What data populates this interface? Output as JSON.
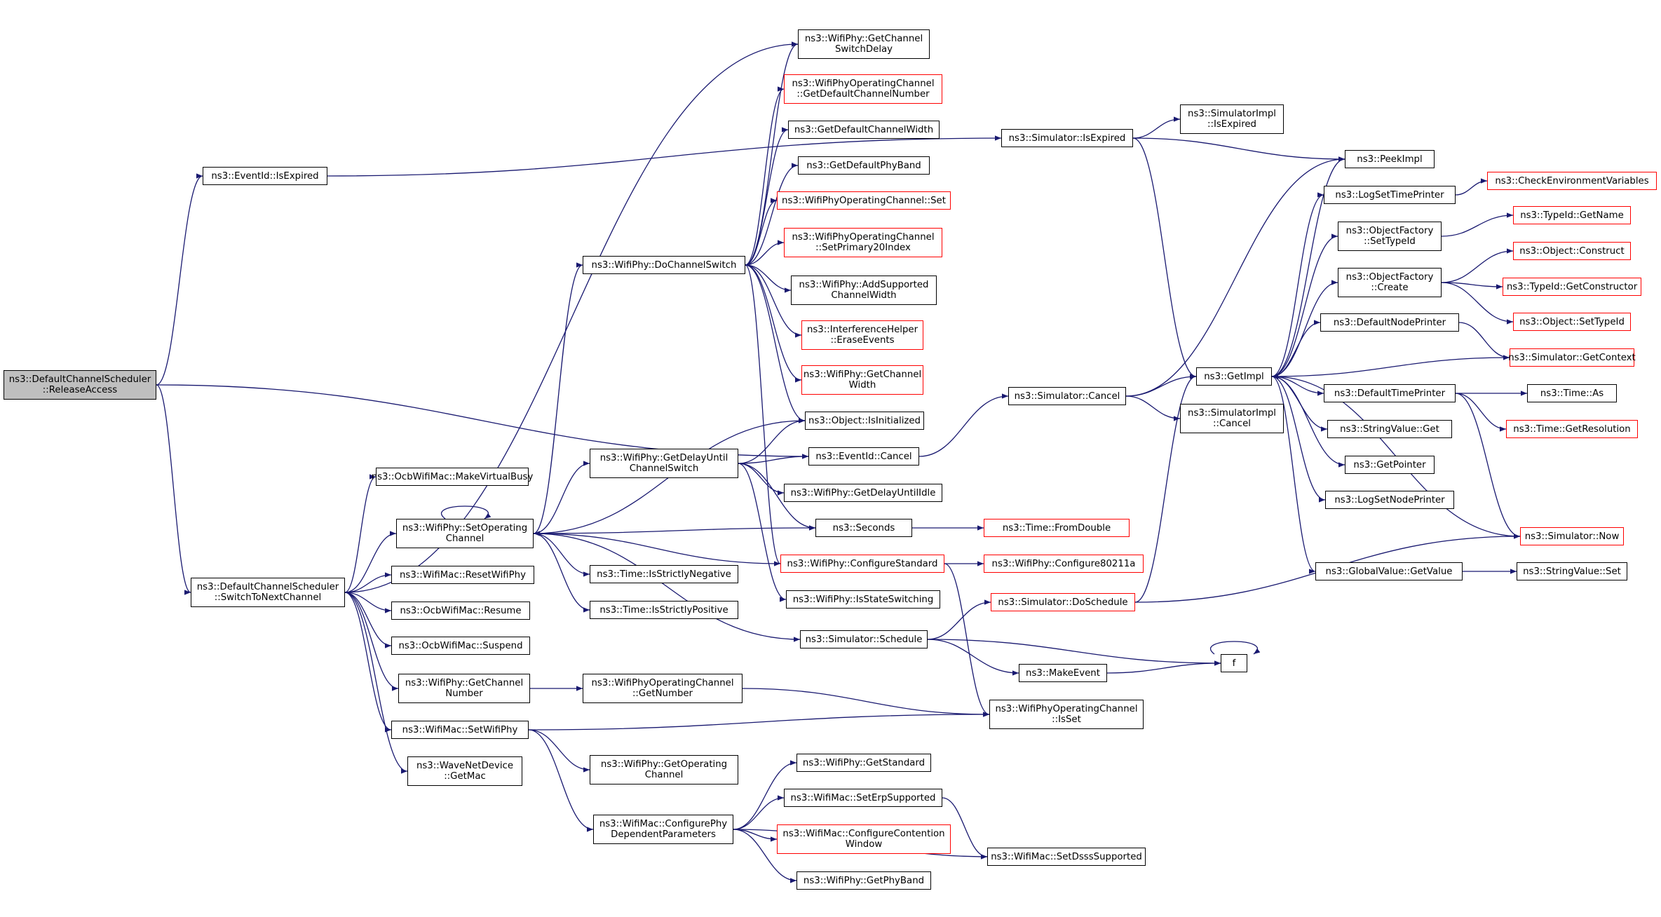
{
  "colors": {
    "edge": "#191970",
    "border": "#000000",
    "border_incomplete": "#ff0000",
    "root_fill": "#bfbfbf"
  },
  "nodes": [
    {
      "id": "root",
      "lines": [
        "ns3::DefaultChannelScheduler",
        "::ReleaseAccess"
      ]
    },
    {
      "id": "eventid_isexpired",
      "lines": [
        "ns3::EventId::IsExpired"
      ]
    },
    {
      "id": "dcs_switch",
      "lines": [
        "ns3::DefaultChannelScheduler",
        "::SwitchToNextChannel"
      ]
    },
    {
      "id": "ocb_makevirtualbusy",
      "lines": [
        "ns3::OcbWifiMac::MakeVirtualBusy"
      ]
    },
    {
      "id": "phy_setoperating",
      "lines": [
        "ns3::WifiPhy::SetOperating",
        "Channel"
      ]
    },
    {
      "id": "mac_resetwifiphy",
      "lines": [
        "ns3::WifiMac::ResetWifiPhy"
      ]
    },
    {
      "id": "ocb_resume",
      "lines": [
        "ns3::OcbWifiMac::Resume"
      ]
    },
    {
      "id": "ocb_suspend",
      "lines": [
        "ns3::OcbWifiMac::Suspend"
      ]
    },
    {
      "id": "phy_getchannelnumber",
      "lines": [
        "ns3::WifiPhy::GetChannel",
        "Number"
      ]
    },
    {
      "id": "mac_setwifiphy",
      "lines": [
        "ns3::WifiMac::SetWifiPhy"
      ]
    },
    {
      "id": "wave_getmac",
      "lines": [
        "ns3::WaveNetDevice",
        "::GetMac"
      ]
    },
    {
      "id": "phy_dochannelswitch",
      "lines": [
        "ns3::WifiPhy::DoChannelSwitch"
      ]
    },
    {
      "id": "phy_getdelayuntil",
      "lines": [
        "ns3::WifiPhy::GetDelayUntil",
        "ChannelSwitch"
      ]
    },
    {
      "id": "time_isneg",
      "lines": [
        "ns3::Time::IsStrictlyNegative"
      ]
    },
    {
      "id": "time_ispos",
      "lines": [
        "ns3::Time::IsStrictlyPositive"
      ]
    },
    {
      "id": "opch_getnumber",
      "lines": [
        "ns3::WifiPhyOperatingChannel",
        "::GetNumber"
      ]
    },
    {
      "id": "phy_getoperatingchannel",
      "lines": [
        "ns3::WifiPhy::GetOperating",
        "Channel"
      ]
    },
    {
      "id": "mac_configurephy",
      "lines": [
        "ns3::WifiMac::ConfigurePhy",
        "DependentParameters"
      ]
    },
    {
      "id": "phy_getchannelswitchdelay",
      "lines": [
        "ns3::WifiPhy::GetChannel",
        "SwitchDelay"
      ]
    },
    {
      "id": "opch_getdefaultchannelnumber",
      "lines": [
        "ns3::WifiPhyOperatingChannel",
        "::GetDefaultChannelNumber"
      ],
      "red": true
    },
    {
      "id": "getdefaultchannelwidth",
      "lines": [
        "ns3::GetDefaultChannelWidth"
      ]
    },
    {
      "id": "getdefaultphyband",
      "lines": [
        "ns3::GetDefaultPhyBand"
      ]
    },
    {
      "id": "opch_set",
      "lines": [
        "ns3::WifiPhyOperatingChannel::Set"
      ],
      "red": true
    },
    {
      "id": "opch_setprimary20",
      "lines": [
        "ns3::WifiPhyOperatingChannel",
        "::SetPrimary20Index"
      ],
      "red": true
    },
    {
      "id": "phy_addsupported",
      "lines": [
        "ns3::WifiPhy::AddSupported",
        "ChannelWidth"
      ]
    },
    {
      "id": "ih_eraseevents",
      "lines": [
        "ns3::InterferenceHelper",
        "::EraseEvents"
      ],
      "red": true
    },
    {
      "id": "phy_getchannelwidth",
      "lines": [
        "ns3::WifiPhy::GetChannel",
        "Width"
      ],
      "red": true
    },
    {
      "id": "obj_isinitialized",
      "lines": [
        "ns3::Object::IsInitialized"
      ]
    },
    {
      "id": "eventid_cancel",
      "lines": [
        "ns3::EventId::Cancel"
      ]
    },
    {
      "id": "phy_getdelayuntilidle",
      "lines": [
        "ns3::WifiPhy::GetDelayUntilIdle"
      ]
    },
    {
      "id": "seconds",
      "lines": [
        "ns3::Seconds"
      ]
    },
    {
      "id": "phy_configurestandard",
      "lines": [
        "ns3::WifiPhy::ConfigureStandard"
      ],
      "red": true
    },
    {
      "id": "phy_isstateswitching",
      "lines": [
        "ns3::WifiPhy::IsStateSwitching"
      ]
    },
    {
      "id": "sim_schedule",
      "lines": [
        "ns3::Simulator::Schedule"
      ]
    },
    {
      "id": "phy_getstandard",
      "lines": [
        "ns3::WifiPhy::GetStandard"
      ]
    },
    {
      "id": "mac_seterp",
      "lines": [
        "ns3::WifiMac::SetErpSupported"
      ]
    },
    {
      "id": "mac_configurecontention",
      "lines": [
        "ns3::WifiMac::ConfigureContention",
        "Window"
      ],
      "red": true
    },
    {
      "id": "phy_getphyband",
      "lines": [
        "ns3::WifiPhy::GetPhyBand"
      ]
    },
    {
      "id": "sim_isexpired",
      "lines": [
        "ns3::Simulator::IsExpired"
      ]
    },
    {
      "id": "sim_cancel",
      "lines": [
        "ns3::Simulator::Cancel"
      ]
    },
    {
      "id": "time_fromdouble",
      "lines": [
        "ns3::Time::FromDouble"
      ],
      "red": true
    },
    {
      "id": "phy_configure80211a",
      "lines": [
        "ns3::WifiPhy::Configure80211a"
      ],
      "red": true
    },
    {
      "id": "sim_doschedule",
      "lines": [
        "ns3::Simulator::DoSchedule"
      ],
      "red": true
    },
    {
      "id": "makeevent",
      "lines": [
        "ns3::MakeEvent"
      ]
    },
    {
      "id": "opch_isset",
      "lines": [
        "ns3::WifiPhyOperatingChannel",
        "::IsSet"
      ]
    },
    {
      "id": "mac_setdsss",
      "lines": [
        "ns3::WifiMac::SetDsssSupported"
      ]
    },
    {
      "id": "simimpl_isexpired",
      "lines": [
        "ns3::SimulatorImpl",
        "::IsExpired"
      ]
    },
    {
      "id": "getimpl",
      "lines": [
        "ns3::GetImpl"
      ]
    },
    {
      "id": "simimpl_cancel",
      "lines": [
        "ns3::SimulatorImpl",
        "::Cancel"
      ]
    },
    {
      "id": "f",
      "lines": [
        "f"
      ]
    },
    {
      "id": "peekimpl",
      "lines": [
        "ns3::PeekImpl"
      ]
    },
    {
      "id": "logsettimeprinter",
      "lines": [
        "ns3::LogSetTimePrinter"
      ]
    },
    {
      "id": "of_settypeid",
      "lines": [
        "ns3::ObjectFactory",
        "::SetTypeId"
      ]
    },
    {
      "id": "of_create",
      "lines": [
        "ns3::ObjectFactory",
        "::Create"
      ]
    },
    {
      "id": "defaultnodeprinter",
      "lines": [
        "ns3::DefaultNodePrinter"
      ]
    },
    {
      "id": "defaulttimeprinter",
      "lines": [
        "ns3::DefaultTimePrinter"
      ]
    },
    {
      "id": "stringvalue_get",
      "lines": [
        "ns3::StringValue::Get"
      ]
    },
    {
      "id": "getpointer",
      "lines": [
        "ns3::GetPointer"
      ]
    },
    {
      "id": "logsetnodeprinter",
      "lines": [
        "ns3::LogSetNodePrinter"
      ]
    },
    {
      "id": "gv_getvalue",
      "lines": [
        "ns3::GlobalValue::GetValue"
      ]
    },
    {
      "id": "checkenv",
      "lines": [
        "ns3::CheckEnvironmentVariables"
      ],
      "red": true
    },
    {
      "id": "typeid_getname",
      "lines": [
        "ns3::TypeId::GetName"
      ],
      "red": true
    },
    {
      "id": "obj_construct",
      "lines": [
        "ns3::Object::Construct"
      ],
      "red": true
    },
    {
      "id": "typeid_getconstructor",
      "lines": [
        "ns3::TypeId::GetConstructor"
      ],
      "red": true
    },
    {
      "id": "obj_settypeid",
      "lines": [
        "ns3::Object::SetTypeId"
      ],
      "red": true
    },
    {
      "id": "sim_getcontext",
      "lines": [
        "ns3::Simulator::GetContext"
      ],
      "red": true
    },
    {
      "id": "time_as",
      "lines": [
        "ns3::Time::As"
      ]
    },
    {
      "id": "time_getresolution",
      "lines": [
        "ns3::Time::GetResolution"
      ],
      "red": true
    },
    {
      "id": "sim_now",
      "lines": [
        "ns3::Simulator::Now"
      ],
      "red": true
    },
    {
      "id": "stringvalue_set",
      "lines": [
        "ns3::StringValue::Set"
      ]
    }
  ],
  "edges": [
    [
      "root",
      "eventid_isexpired"
    ],
    [
      "root",
      "dcs_switch"
    ],
    [
      "root",
      "eventid_cancel"
    ],
    [
      "eventid_isexpired",
      "sim_isexpired"
    ],
    [
      "dcs_switch",
      "ocb_makevirtualbusy"
    ],
    [
      "dcs_switch",
      "phy_setoperating"
    ],
    [
      "dcs_switch",
      "mac_resetwifiphy"
    ],
    [
      "dcs_switch",
      "ocb_resume"
    ],
    [
      "dcs_switch",
      "ocb_suspend"
    ],
    [
      "dcs_switch",
      "phy_getchannelnumber"
    ],
    [
      "dcs_switch",
      "mac_setwifiphy"
    ],
    [
      "dcs_switch",
      "wave_getmac"
    ],
    [
      "dcs_switch",
      "phy_getchannelswitchdelay"
    ],
    [
      "phy_setoperating",
      "phy_setoperating"
    ],
    [
      "phy_setoperating",
      "phy_dochannelswitch"
    ],
    [
      "phy_setoperating",
      "phy_getdelayuntil"
    ],
    [
      "phy_setoperating",
      "time_isneg"
    ],
    [
      "phy_setoperating",
      "time_ispos"
    ],
    [
      "phy_setoperating",
      "seconds"
    ],
    [
      "phy_setoperating",
      "obj_isinitialized"
    ],
    [
      "phy_setoperating",
      "sim_schedule"
    ],
    [
      "phy_getchannelnumber",
      "opch_getnumber"
    ],
    [
      "mac_setwifiphy",
      "phy_getoperatingchannel"
    ],
    [
      "mac_setwifiphy",
      "mac_configurephy"
    ],
    [
      "mac_setwifiphy",
      "opch_isset"
    ],
    [
      "phy_dochannelswitch",
      "phy_getchannelswitchdelay"
    ],
    [
      "phy_dochannelswitch",
      "opch_getdefaultchannelnumber"
    ],
    [
      "phy_dochannelswitch",
      "getdefaultchannelwidth"
    ],
    [
      "phy_dochannelswitch",
      "getdefaultphyband"
    ],
    [
      "phy_dochannelswitch",
      "opch_set"
    ],
    [
      "phy_dochannelswitch",
      "opch_setprimary20"
    ],
    [
      "phy_dochannelswitch",
      "phy_addsupported"
    ],
    [
      "phy_dochannelswitch",
      "ih_eraseevents"
    ],
    [
      "phy_dochannelswitch",
      "phy_getchannelwidth"
    ],
    [
      "phy_dochannelswitch",
      "obj_isinitialized"
    ],
    [
      "phy_dochannelswitch",
      "phy_configurestandard"
    ],
    [
      "phy_getdelayuntil",
      "obj_isinitialized"
    ],
    [
      "phy_getdelayuntil",
      "eventid_cancel"
    ],
    [
      "phy_getdelayuntil",
      "phy_getdelayuntilidle"
    ],
    [
      "phy_getdelayuntil",
      "seconds"
    ],
    [
      "phy_getdelayuntil",
      "phy_isstateswitching"
    ],
    [
      "opch_getnumber",
      "opch_isset"
    ],
    [
      "mac_configurephy",
      "phy_getstandard"
    ],
    [
      "mac_configurephy",
      "mac_seterp"
    ],
    [
      "mac_configurephy",
      "mac_configurecontention"
    ],
    [
      "mac_configurephy",
      "phy_getphyband"
    ],
    [
      "mac_configurephy",
      "mac_setdsss"
    ],
    [
      "eventid_cancel",
      "sim_cancel"
    ],
    [
      "seconds",
      "time_fromdouble"
    ],
    [
      "phy_configurestandard",
      "phy_configure80211a"
    ],
    [
      "phy_configurestandard",
      "phy_setoperating"
    ],
    [
      "phy_configurestandard",
      "opch_isset"
    ],
    [
      "sim_schedule",
      "sim_doschedule"
    ],
    [
      "sim_schedule",
      "makeevent"
    ],
    [
      "sim_schedule",
      "f"
    ],
    [
      "mac_seterp",
      "mac_setdsss"
    ],
    [
      "sim_isexpired",
      "simimpl_isexpired"
    ],
    [
      "sim_isexpired",
      "peekimpl"
    ],
    [
      "sim_isexpired",
      "getimpl"
    ],
    [
      "sim_cancel",
      "getimpl"
    ],
    [
      "sim_cancel",
      "simimpl_cancel"
    ],
    [
      "sim_cancel",
      "peekimpl"
    ],
    [
      "sim_doschedule",
      "getimpl"
    ],
    [
      "sim_doschedule",
      "sim_now"
    ],
    [
      "makeevent",
      "f"
    ],
    [
      "f",
      "f"
    ],
    [
      "getimpl",
      "peekimpl"
    ],
    [
      "getimpl",
      "logsettimeprinter"
    ],
    [
      "getimpl",
      "of_settypeid"
    ],
    [
      "getimpl",
      "of_create"
    ],
    [
      "getimpl",
      "defaultnodeprinter"
    ],
    [
      "getimpl",
      "defaulttimeprinter"
    ],
    [
      "getimpl",
      "stringvalue_get"
    ],
    [
      "getimpl",
      "getpointer"
    ],
    [
      "getimpl",
      "logsetnodeprinter"
    ],
    [
      "getimpl",
      "gv_getvalue"
    ],
    [
      "logsettimeprinter",
      "checkenv"
    ],
    [
      "of_settypeid",
      "typeid_getname"
    ],
    [
      "of_create",
      "obj_construct"
    ],
    [
      "of_create",
      "typeid_getconstructor"
    ],
    [
      "of_create",
      "obj_settypeid"
    ],
    [
      "defaultnodeprinter",
      "sim_getcontext"
    ],
    [
      "sim_getcontext",
      "getimpl"
    ],
    [
      "defaulttimeprinter",
      "time_as"
    ],
    [
      "defaulttimeprinter",
      "time_getresolution"
    ],
    [
      "defaulttimeprinter",
      "sim_now"
    ],
    [
      "sim_now",
      "getimpl"
    ],
    [
      "gv_getvalue",
      "stringvalue_set"
    ]
  ]
}
